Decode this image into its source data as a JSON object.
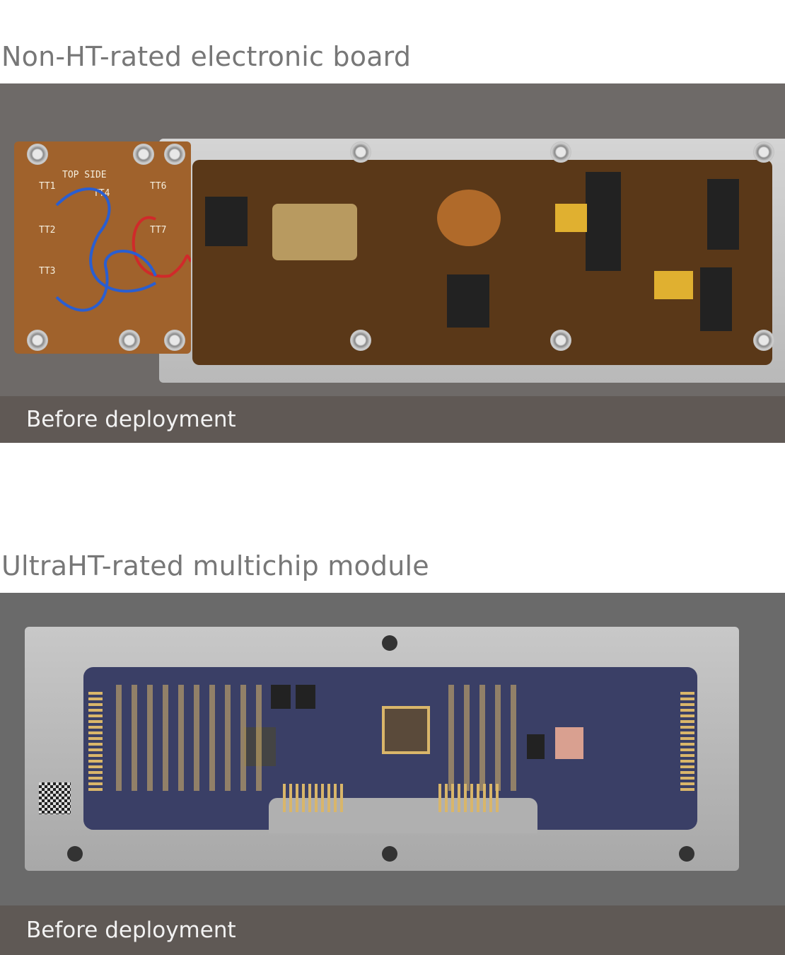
{
  "sections": [
    {
      "title": "Non-HT-rated electronic board",
      "caption": "Before deployment",
      "board_labels": [
        "TOP SIDE",
        "TT1",
        "TT4",
        "TT6",
        "TT2",
        "TT7",
        "TT3"
      ]
    },
    {
      "title": "UltraHT-rated multichip module",
      "caption": "Before deployment"
    }
  ],
  "colors": {
    "heading": "#777777",
    "caption_bg": "#5f5854",
    "caption_text": "#f2f2f2",
    "pcb_brown": "#9a5a2a",
    "substrate_blue": "#3a3f66",
    "gold": "#d9b66a"
  }
}
